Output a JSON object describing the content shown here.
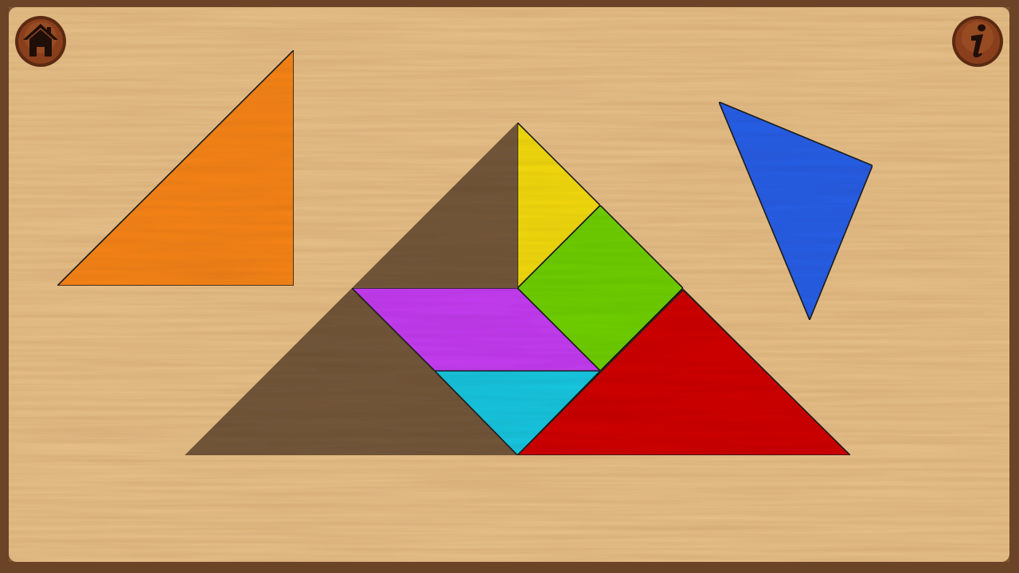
{
  "game": {
    "buttons": {
      "home": {
        "icon": "home-icon"
      },
      "info": {
        "icon": "info-icon"
      }
    },
    "colors": {
      "frame": "#6b4427",
      "board": "#e6c08a",
      "target_silhouette": "#6e5238",
      "button_face": "#8a3f1c",
      "button_ring": "#5c2a12",
      "icon": "#1f0f08"
    },
    "target_shape": "mountain/roof silhouette made of 7 tangram pieces",
    "pieces": [
      {
        "id": "orange-large-triangle",
        "color": "#f7841a",
        "placed": false
      },
      {
        "id": "blue-medium-triangle",
        "color": "#2a5ee6",
        "placed": false
      },
      {
        "id": "yellow-small-triangle",
        "color": "#f2d916",
        "placed": true
      },
      {
        "id": "green-square",
        "color": "#6fcf0e",
        "placed": true
      },
      {
        "id": "purple-parallelogram",
        "color": "#c43cf0",
        "placed": true
      },
      {
        "id": "cyan-small-triangle",
        "color": "#1ec6df",
        "placed": true
      },
      {
        "id": "red-large-triangle",
        "color": "#cf0a08",
        "placed": true
      }
    ]
  }
}
